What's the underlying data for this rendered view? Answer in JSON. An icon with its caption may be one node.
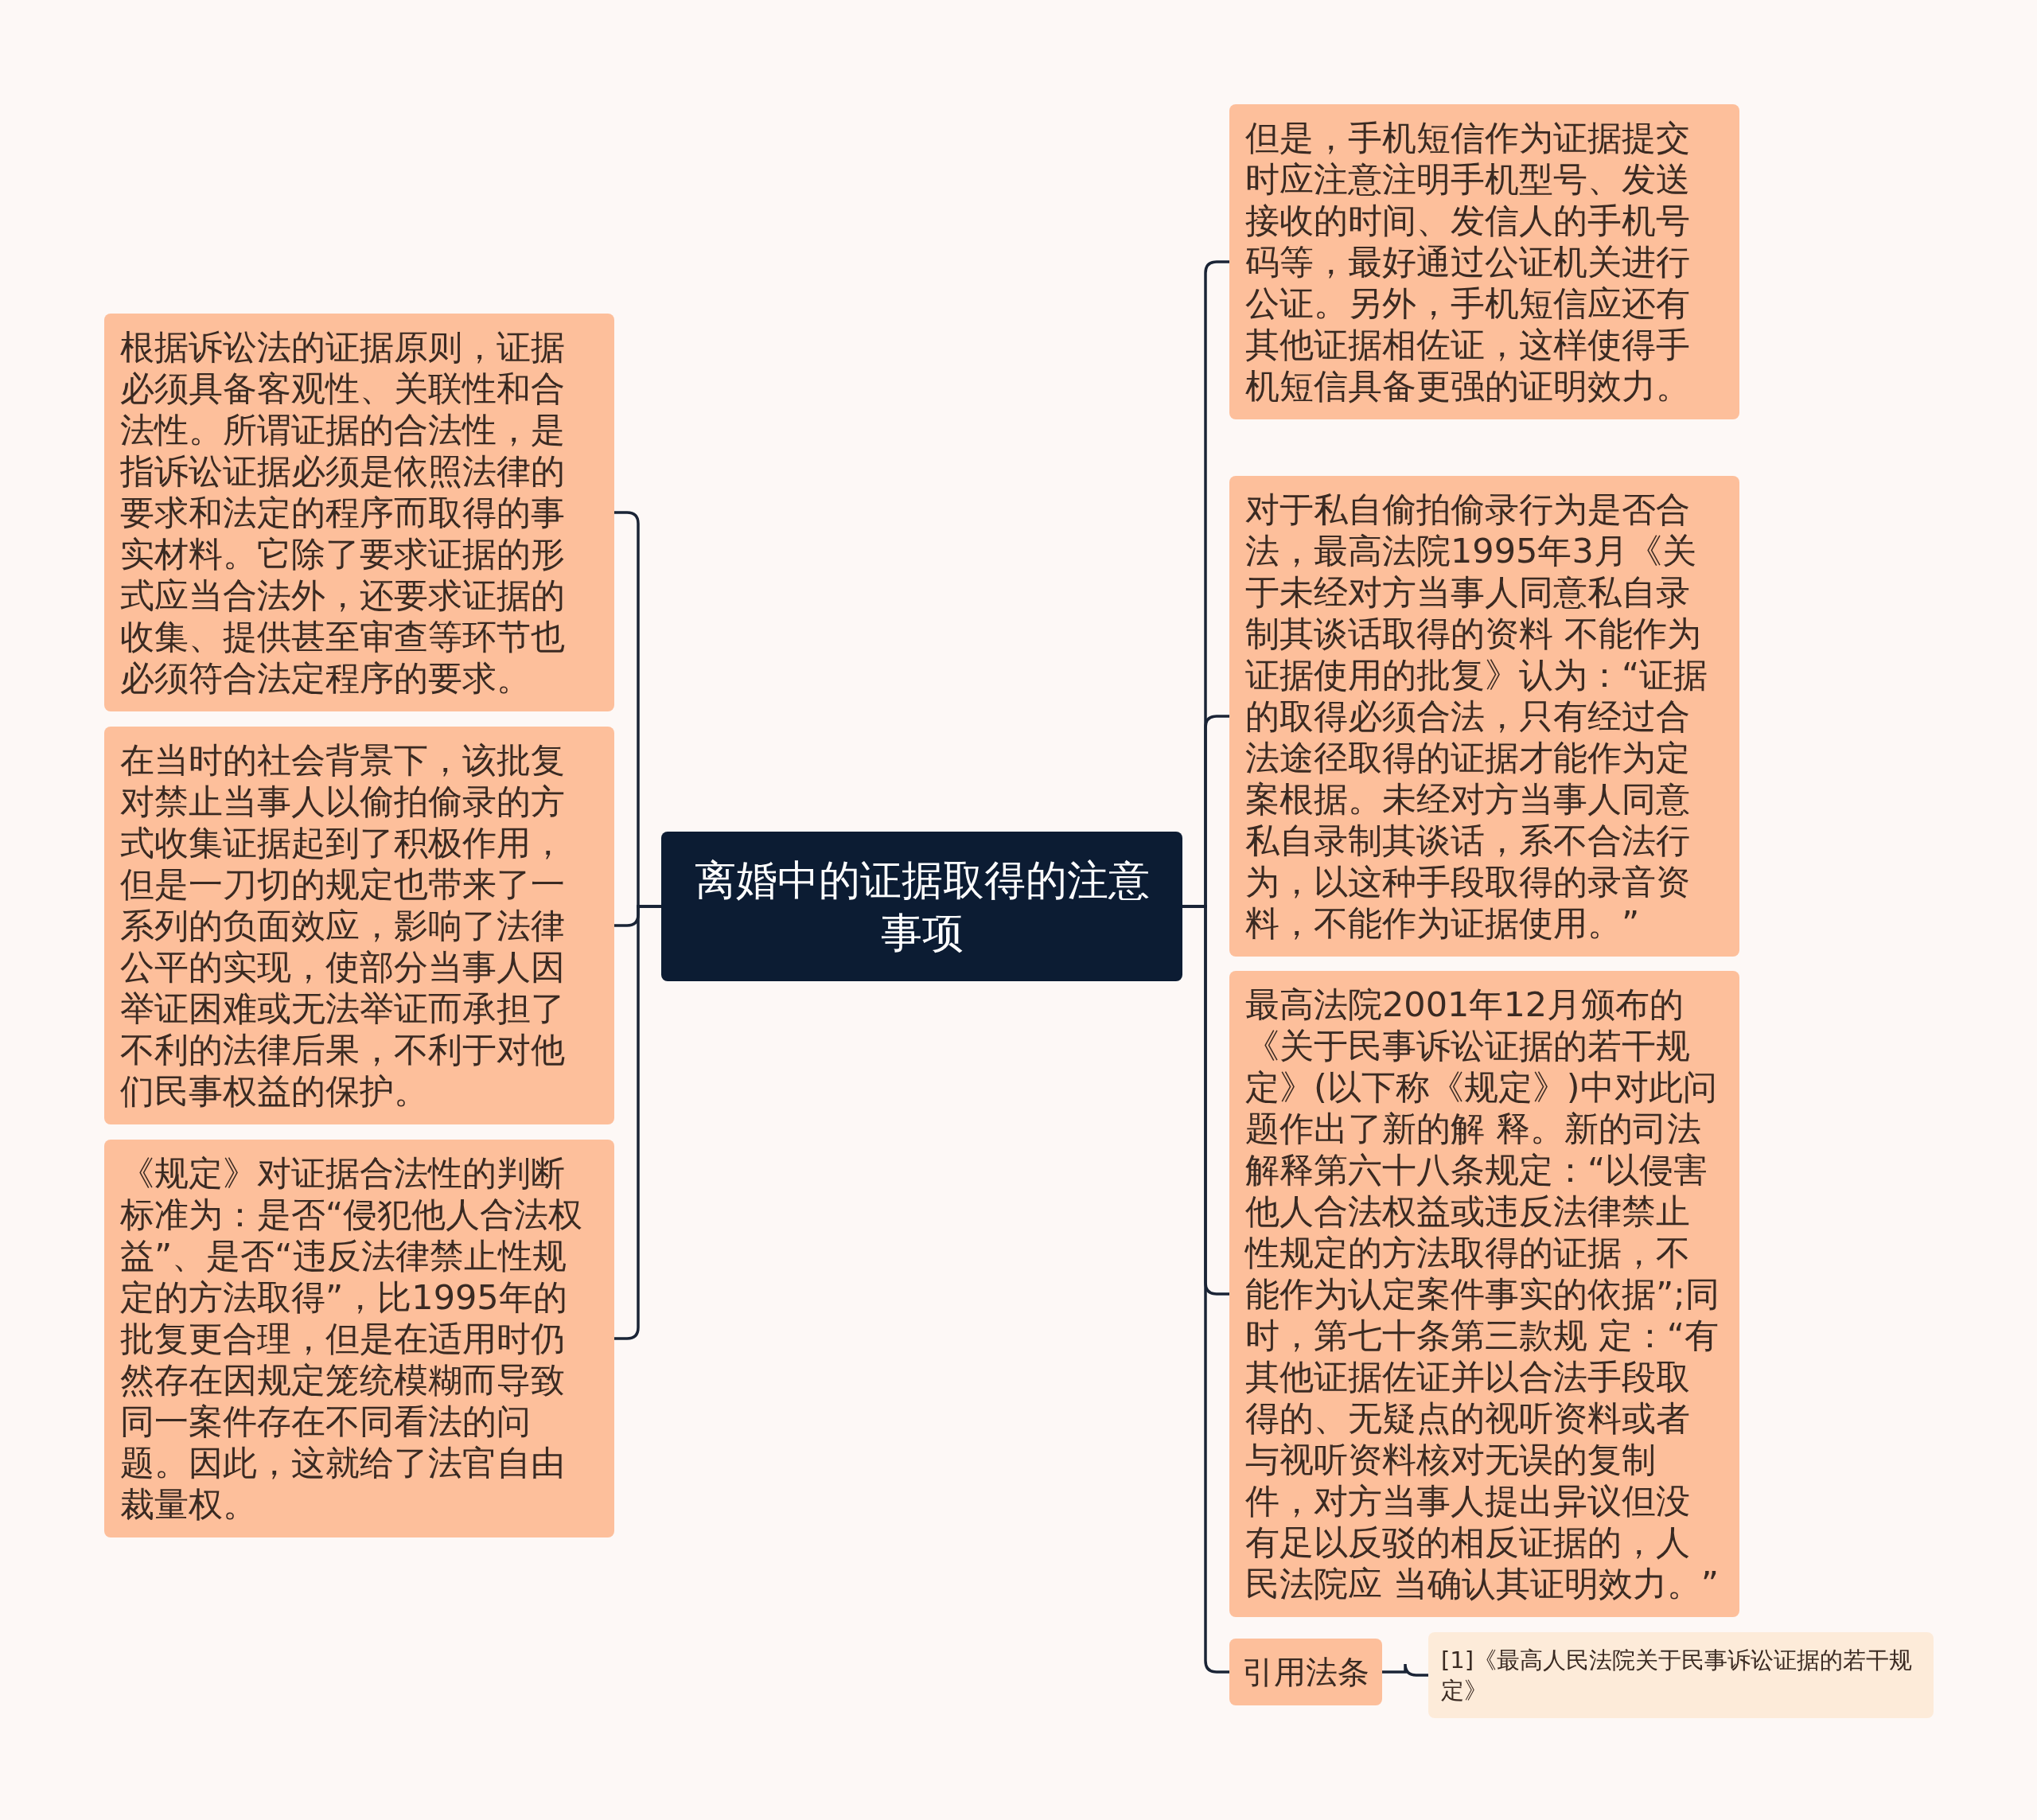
{
  "diagram": {
    "nodes": [
      {
        "text": [
          "离婚中的证据取得的注意事项"
        ]
      },
      {
        "text": [
          "根据诉讼法的证据原则，证据必须具备客观性、关联性和合法性。所谓证据的合法性，是指诉讼证据必须是依照法律的要求和法定的程序而取得的事实材料。它除了要求证据的形式应当合法外，还要求证据的收集、提供甚至审查等环节也必须符合法定程序的要求。"
        ]
      },
      {
        "text": [
          "在当时的社会背景下，该批复对禁止当事人以偷拍偷录的方式收集证据起到了积极作用，但是一刀切的规定也带来了一系列的负面效应，影响了法律公平的实现，使部分当事人因举证困难或无法举证而承担了不利的法律后果，不利于对他们民事权益的保护。"
        ]
      },
      {
        "text": [
          "《规定》对证据合法性的判断标准为：是否“侵犯他人合法权益”、是否“违反法律禁止性规定的方法取得”，比1995年的批复更合理，但是在适用时仍然存在因规定笼统模糊而导致同一案件存在不同看法的问题。因此，这就给了法官自由裁量权。"
        ]
      },
      {
        "text": [
          "但是，手机短信作为证据提交时应注意注明手机型号、发送接收的时间、发信人的手机号码等，最好通过公证机关进行公证。另外，手机短信应还有其他证据相佐证，这样使得手机短信具备更强的证明效力。"
        ]
      },
      {
        "text": [
          "对于私自偷拍偷录行为是否合法，最高法院1995年3月《关于未经对方当事人同意私自录制其谈话取得的资料 不能作为证据使用的批复》认为：“证据的取得必须合法，只有经过合法途径取得的证据才能作为定案根据。未经对方当事人同意私自录制其谈话，系不合法行为，以这种手段取得的录音资料，不能作为证据使用。”"
        ]
      },
      {
        "text": [
          "最高法院2001年12月颁布的《关于民事诉讼证据的若干规定》(以下称《规定》)中对此问题作出了新的解 释。新的司法解释第六十八条规定：“以侵害他人合法权益或违反法律禁止性规定的方法取得的证据，不能作为认定案件事实的依据”;同时，第七十条第三款规 定：“有其他证据佐证并以合法手段取得的、无疑点的视听资料或者与视听资料核对无误的复制件，对方当事人提出异议但没有足以反驳的相反证据的，人民法院应 当确认其证明效力。”"
        ]
      },
      {
        "text": [
          "引用法条"
        ]
      },
      {
        "text": [
          "[1]《最高人民法院关于民事诉讼证据的若干规定》"
        ]
      }
    ],
    "edges": [
      {
        "from": 0,
        "to": 1,
        "arrow": "none"
      },
      {
        "from": 0,
        "to": 2,
        "arrow": "none"
      },
      {
        "from": 0,
        "to": 3,
        "arrow": "none"
      },
      {
        "from": 0,
        "to": 4,
        "arrow": "none"
      },
      {
        "from": 0,
        "to": 5,
        "arrow": "none"
      },
      {
        "from": 0,
        "to": 6,
        "arrow": "none"
      },
      {
        "from": 0,
        "to": 7,
        "arrow": "none"
      },
      {
        "from": 7,
        "to": 8,
        "arrow": "none"
      }
    ]
  }
}
